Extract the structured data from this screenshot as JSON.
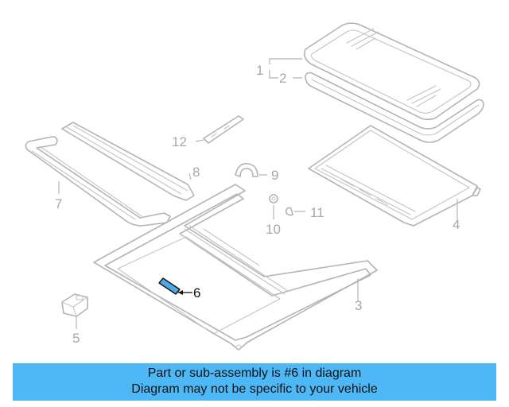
{
  "diagram": {
    "callouts": {
      "c1": "1",
      "c2": "2",
      "c3": "3",
      "c4": "4",
      "c5": "5",
      "c6": "6",
      "c7": "7",
      "c8": "8",
      "c9": "9",
      "c10": "10",
      "c11": "11",
      "c12": "12"
    },
    "highlighted_part": "6",
    "colors": {
      "highlight_part": "#4da9e6",
      "banner": "#4db8f5",
      "line_art": "#b4b4b4"
    }
  },
  "banner": {
    "line1": "Part or sub-assembly is #6 in diagram",
    "line2": "Diagram may not be specific to your vehicle"
  }
}
